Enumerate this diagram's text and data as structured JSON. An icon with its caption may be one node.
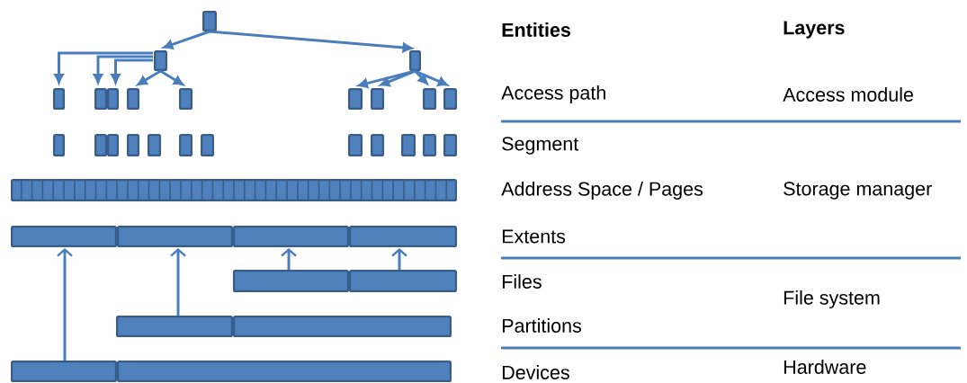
{
  "diagram": {
    "nodes": [
      {
        "text": [],
        "shape": "box"
      },
      {
        "text": [],
        "shape": "box"
      },
      {
        "text": [],
        "shape": "box"
      },
      {
        "text": [],
        "shape": "box"
      },
      {
        "text": [],
        "shape": "box"
      },
      {
        "text": [],
        "shape": "box"
      },
      {
        "text": [],
        "shape": "box"
      },
      {
        "text": [],
        "shape": "box"
      },
      {
        "text": [],
        "shape": "box"
      },
      {
        "text": [],
        "shape": "box"
      },
      {
        "text": [],
        "shape": "box"
      },
      {
        "text": [],
        "shape": "box"
      },
      {
        "text": [],
        "shape": "box"
      },
      {
        "text": [],
        "shape": "box"
      },
      {
        "text": [],
        "shape": "box"
      },
      {
        "text": [],
        "shape": "box"
      },
      {
        "text": [],
        "shape": "box"
      },
      {
        "text": [],
        "shape": "box"
      },
      {
        "text": [],
        "shape": "box"
      },
      {
        "text": [],
        "shape": "box"
      },
      {
        "text": [],
        "shape": "box"
      },
      {
        "text": [],
        "shape": "box"
      },
      {
        "text": [],
        "shape": "box"
      },
      {
        "text": [],
        "shape": "box"
      },
      {
        "text": [],
        "shape": "bar"
      },
      {
        "text": [],
        "shape": "bar"
      },
      {
        "text": [],
        "shape": "bar"
      },
      {
        "text": [],
        "shape": "bar"
      },
      {
        "text": [],
        "shape": "bar"
      },
      {
        "text": [],
        "shape": "bar"
      },
      {
        "text": [],
        "shape": "bar"
      },
      {
        "text": [],
        "shape": "bar"
      },
      {
        "text": [],
        "shape": "bar"
      },
      {
        "text": [],
        "shape": "bar"
      },
      {
        "text": [],
        "shape": "bar"
      }
    ],
    "edges": [
      {
        "from": 0,
        "to": 1,
        "arrow": "to"
      },
      {
        "from": 0,
        "to": 2,
        "arrow": "to"
      },
      {
        "from": 1,
        "to": 3,
        "arrow": "to"
      },
      {
        "from": 1,
        "to": 4,
        "arrow": "to"
      },
      {
        "from": 1,
        "to": 5,
        "arrow": "to"
      },
      {
        "from": 1,
        "to": 6,
        "arrow": "to"
      },
      {
        "from": 1,
        "to": 7,
        "arrow": "to"
      },
      {
        "from": 2,
        "to": 8,
        "arrow": "to"
      },
      {
        "from": 2,
        "to": 9,
        "arrow": "to"
      },
      {
        "from": 2,
        "to": 10,
        "arrow": "to"
      },
      {
        "from": 2,
        "to": 11,
        "arrow": "to"
      },
      {
        "from": 33,
        "to": 25,
        "arrow": "to"
      },
      {
        "from": 31,
        "to": 26,
        "arrow": "to"
      },
      {
        "from": 29,
        "to": 27,
        "arrow": "to"
      },
      {
        "from": 30,
        "to": 28,
        "arrow": "to"
      }
    ],
    "labels": [
      "**Entities**",
      "**Layers**",
      "Access path",
      "Access module",
      "Segment",
      "Address Space / Pages",
      "Storage manager",
      "Extents",
      "Files",
      "File system",
      "Partitions",
      "Devices",
      "Hardware"
    ]
  }
}
